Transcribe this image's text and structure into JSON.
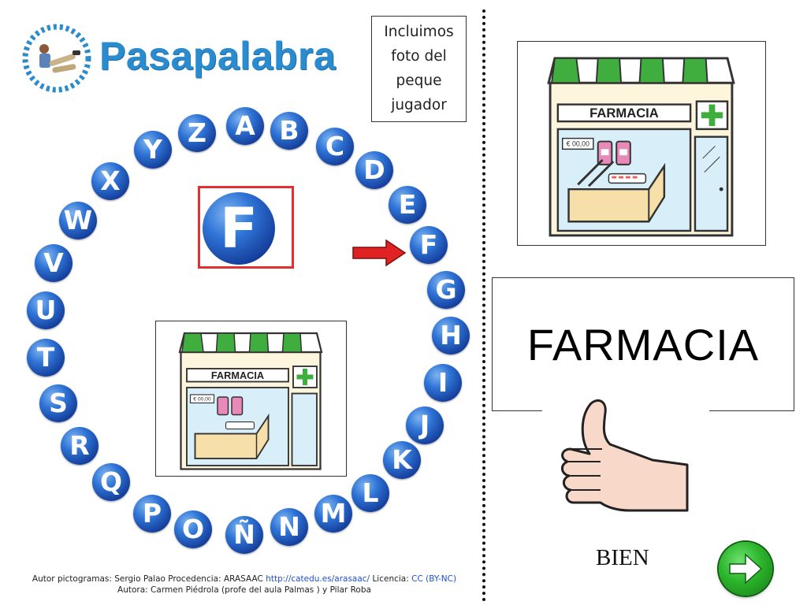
{
  "header": {
    "logo_title": "Pasapalabra",
    "note": [
      "Incluimos",
      "foto del",
      "peque",
      "jugador"
    ]
  },
  "ring": {
    "letters": [
      "A",
      "B",
      "C",
      "D",
      "E",
      "F",
      "G",
      "H",
      "I",
      "J",
      "K",
      "L",
      "M",
      "N",
      "Ñ",
      "O",
      "P",
      "Q",
      "R",
      "S",
      "T",
      "U",
      "V",
      "W",
      "X",
      "Y",
      "Z"
    ],
    "selected_letter": "F"
  },
  "small_card": {
    "shop_sign": "FARMACIA",
    "price": "€ 00,00"
  },
  "big_card": {
    "shop_sign": "FARMACIA",
    "price": "€ 00,00"
  },
  "answer": {
    "word": "FARMACIA",
    "feedback": "BIEN"
  },
  "icons": {
    "arrow": "red-arrow-right-icon",
    "thumb": "thumbs-up-icon",
    "next": "green-arrow-right-icon",
    "pharmacy": "pharmacy-store-icon",
    "logo": "player-photo-icon"
  },
  "colors": {
    "letter_blue": "#2f74d6",
    "frame_red": "#e23030",
    "next_green": "#2bb52b",
    "awning_green": "#3fae3f",
    "logo_blue": "#2a8ccf"
  },
  "credits": {
    "line1_prefix": "Autor pictogramas: Sergio Palao Procedencia: ARASAAC ",
    "line1_link": "http://catedu.es/arasaac/",
    "line1_middle": " Licencia: ",
    "line1_license": "CC (BY-NC)",
    "line2": "Autora: Carmen Piédrola (profe del aula Palmas ) y Pilar Roba"
  }
}
